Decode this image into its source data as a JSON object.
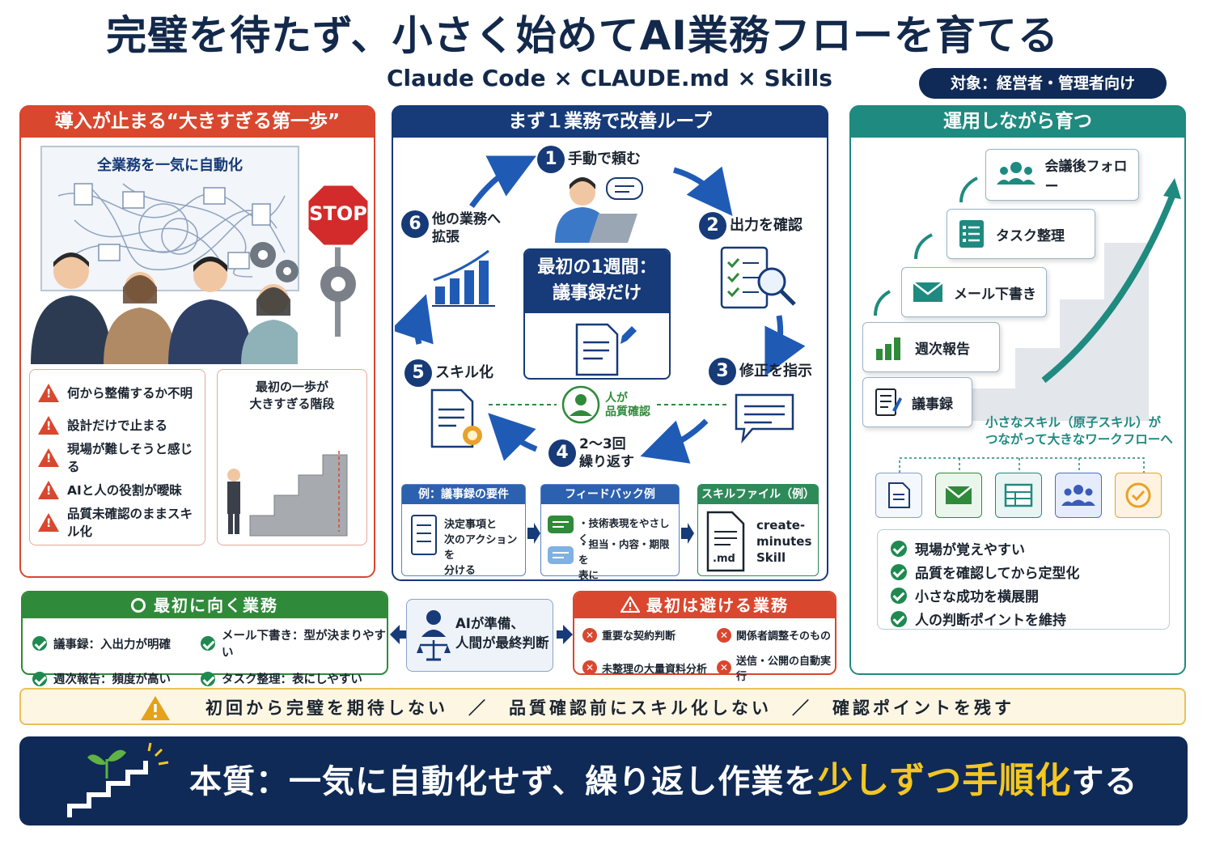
{
  "title": "完璧を待たず、小さく始めてAI業務フローを育てる",
  "subtitle": "Claude Code × CLAUDE.md × Skills",
  "audience": "対象：経営者・管理者向け",
  "left_panel": {
    "header": "導入が止まる“大きすぎる第一歩”",
    "board_label": "全業務を一気に自動化",
    "stop_sign": "STOP",
    "problems": [
      "何から整備するか不明",
      "設計だけで止まる",
      "現場が難しそうと感じる",
      "AIと人の役割が曖昧",
      "品質未確認のままスキル化"
    ],
    "stairs_label": "最初の一歩が\n大きすぎる階段"
  },
  "center_panel": {
    "header": "まず１業務で改善ループ",
    "steps": [
      {
        "num": "1",
        "label": "手動で頼む"
      },
      {
        "num": "2",
        "label": "出力を確認"
      },
      {
        "num": "3",
        "label": "修正を指示"
      },
      {
        "num": "4",
        "label": "2〜3回\n繰り返す"
      },
      {
        "num": "5",
        "label": "スキル化"
      },
      {
        "num": "6",
        "label": "他の業務へ\n拡張"
      }
    ],
    "center_card": "最初の1週間：\n議事録だけ",
    "human_check": "人が\n品質確認",
    "example_req": {
      "header": "例：議事録の要件",
      "text": "決定事項と\n次のアクションを\n分ける"
    },
    "feedback": {
      "header": "フィードバック例",
      "items": [
        "・技術表現をやさしく",
        "・担当・内容・期限を\n表に"
      ]
    },
    "skill_file": {
      "header": "スキルファイル（例）",
      "ext": ".md",
      "text": "create-\nminutes\nSkill"
    }
  },
  "right_panel": {
    "header": "運用しながら育つ",
    "ladder": [
      "議事録",
      "週次報告",
      "メール下書き",
      "タスク整理",
      "会議後フォロー"
    ],
    "atomic_caption": "小さなスキル（原子スキル）が\nつながって大きなワークフローへ",
    "benefits": [
      "現場が覚えやすい",
      "品質を確認してから定型化",
      "小さな成功を横展開",
      "人の判断ポイントを維持"
    ]
  },
  "good_tasks": {
    "header": "最初に向く業務",
    "items": [
      "議事録：入出力が明確",
      "メール下書き：型が決まりやすい",
      "週次報告：頻度が高い",
      "タスク整理：表にしやすい"
    ]
  },
  "middle": "AIが準備、\n人間が最終判断",
  "bad_tasks": {
    "header": "最初は避ける業務",
    "items": [
      "重要な契約判断",
      "関係者調整そのもの",
      "未整理の大量資料分析",
      "送信・公開の自動実行"
    ]
  },
  "caution": "初回から完璧を期待しない　／　品質確認前にスキル化しない　／　確認ポイントを残す",
  "essence": {
    "prefix": "本質：一気に自動化せず、繰り返し作業を",
    "highlight": "少しずつ手順化",
    "suffix": "する"
  },
  "colors": {
    "navy": "#0f2a56",
    "red": "#d9472f",
    "teal": "#1f8a80",
    "green": "#2f8a3a",
    "gold": "#f3c623"
  }
}
